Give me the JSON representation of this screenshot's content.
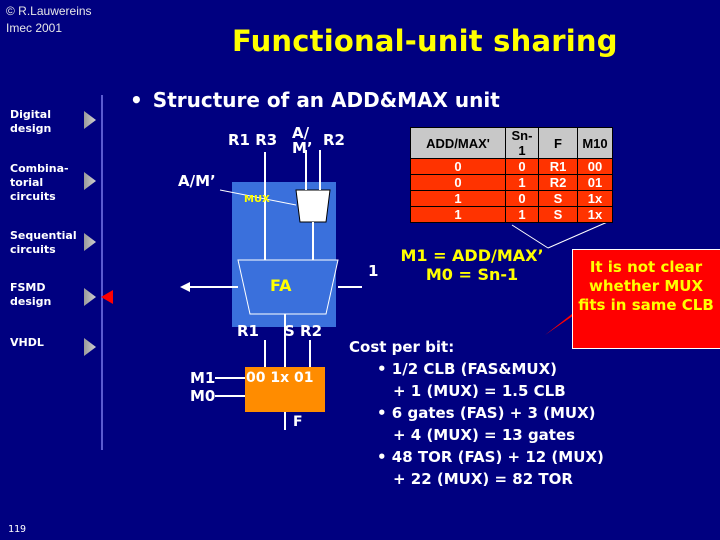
{
  "header": {
    "copyright_line1": "© R.Lauwereins",
    "copyright_line2": "Imec 2001",
    "title": "Functional-unit sharing"
  },
  "sidebar": {
    "items": [
      {
        "label": "Digital design"
      },
      {
        "label": "Combina- torial circuits"
      },
      {
        "label": "Sequential circuits"
      },
      {
        "label": "FSMD design"
      },
      {
        "label": "VHDL"
      }
    ],
    "page_number": "119"
  },
  "main": {
    "subtitle_bullet": "•",
    "subtitle": "Structure of an ADD&MAX unit",
    "diagram": {
      "input_top": "R1 R3",
      "am_top": "A/ M’",
      "r2_top": "R2",
      "am_left": "A/M’",
      "mux": "MUX",
      "fa": "FA",
      "one": "1",
      "r1": "R1",
      "s_r2": "S R2",
      "m1": "M1",
      "m0": "M0",
      "max_inputs": "00 1x 01",
      "f": "F"
    },
    "truth_table": {
      "headers": [
        "ADD/MAX'",
        "Sn-1",
        "F",
        "M10"
      ],
      "rows": [
        [
          "0",
          "0",
          "R1",
          "00"
        ],
        [
          "0",
          "1",
          "R2",
          "01"
        ],
        [
          "1",
          "0",
          "S",
          "1x"
        ],
        [
          "1",
          "1",
          "S",
          "1x"
        ]
      ]
    },
    "equations": {
      "line1": "M1 = ADD/MAX’",
      "line2": "M0 = Sn-1"
    },
    "callout": "It is not clear whether MUX fits in same CLB",
    "cost": {
      "heading": "Cost per bit:",
      "lines": [
        "• 1/2 CLB (FAS&MUX)",
        "+ 1 (MUX) = 1.5 CLB",
        "• 6 gates (FAS) + 3 (MUX)",
        "+ 4 (MUX) = 13 gates",
        "• 48 TOR (FAS) + 12 (MUX)",
        "+ 22 (MUX) = 82 TOR"
      ]
    }
  },
  "colors": {
    "background": "#000080",
    "title": "#ffff00",
    "unit_box": "#3a70dc",
    "max_box": "#ff8c00",
    "callout": "#ff0000",
    "table_rows": "#ff3300"
  }
}
